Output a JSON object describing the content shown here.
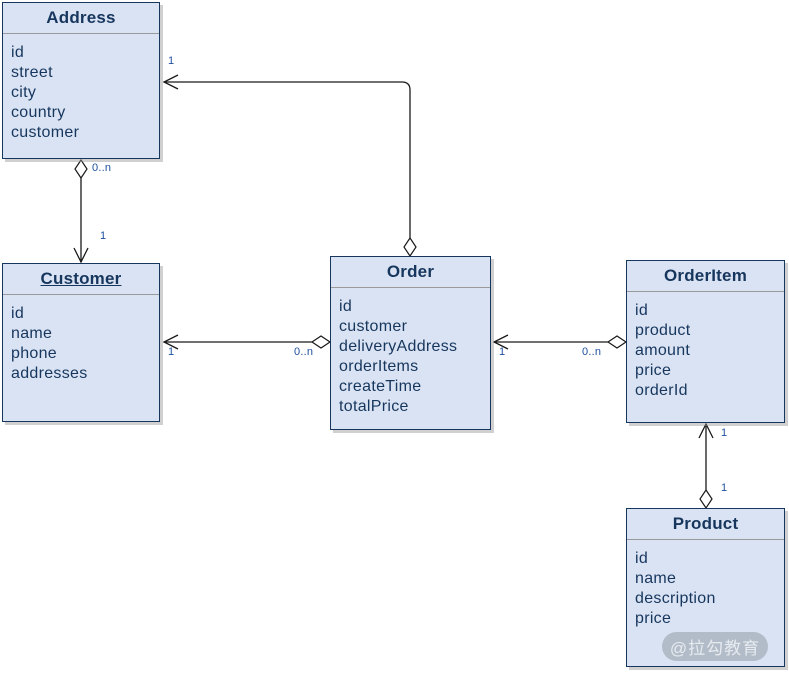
{
  "diagram": {
    "type": "uml-class-diagram",
    "entities": [
      {
        "name": "Address",
        "fields": [
          "id",
          "street",
          "city",
          "country",
          "customer"
        ]
      },
      {
        "name": "Customer",
        "fields": [
          "id",
          "name",
          "phone",
          "addresses"
        ]
      },
      {
        "name": "Order",
        "fields": [
          "id",
          "customer",
          "deliveryAddress",
          "orderItems",
          "createTime",
          "totalPrice"
        ]
      },
      {
        "name": "OrderItem",
        "fields": [
          "id",
          "product",
          "amount",
          "price",
          "orderId"
        ]
      },
      {
        "name": "Product",
        "fields": [
          "id",
          "name",
          "description",
          "price"
        ]
      }
    ],
    "relationships": [
      {
        "diamond_end": "Order",
        "arrow_end": "Address",
        "arrow_label": "1",
        "diamond_label": ""
      },
      {
        "diamond_end": "Address",
        "arrow_end": "Customer",
        "arrow_label": "1",
        "diamond_label": "0..n"
      },
      {
        "diamond_end": "Order",
        "arrow_end": "Customer",
        "arrow_label": "1",
        "diamond_label": "0..n"
      },
      {
        "diamond_end": "OrderItem",
        "arrow_end": "Order",
        "arrow_label": "1",
        "diamond_label": "0..n"
      },
      {
        "diamond_end": "Product",
        "arrow_end": "OrderItem",
        "arrow_label": "1",
        "diamond_label": "1"
      }
    ],
    "colors": {
      "box_fill": "#d9e3f3",
      "box_border": "#17365d",
      "box_text": "#17365d",
      "header_separator": "#9a9a9a",
      "connector": "#1a1a1a",
      "multiplicity_label": "#1d4e9e",
      "watermark_bg": "#a7b1bd",
      "watermark_text": "#eceff3"
    },
    "watermark": {
      "text": "@拉勾教育"
    }
  }
}
